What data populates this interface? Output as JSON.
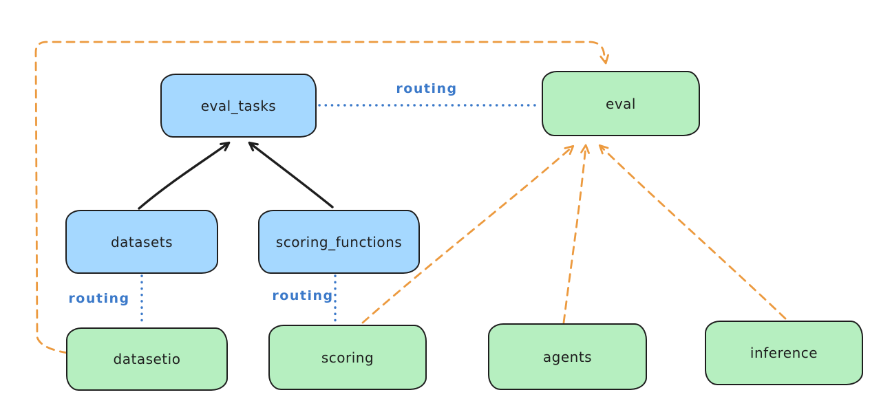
{
  "diagram": {
    "background": "#ffffff",
    "colors": {
      "registry_fill": "#a5d8ff",
      "api_fill": "#b6efc0",
      "node_stroke": "#1e1e1e",
      "solid_arrow": "#1e1e1e",
      "routing_blue": "#3b79c9",
      "orange_dashed": "#ec9a3f"
    },
    "nodes": [
      {
        "id": "eval_tasks",
        "label": "eval_tasks",
        "kind": "blue"
      },
      {
        "id": "eval",
        "label": "eval",
        "kind": "green"
      },
      {
        "id": "datasets",
        "label": "datasets",
        "kind": "blue"
      },
      {
        "id": "scoring_functions",
        "label": "scoring_functions",
        "kind": "blue"
      },
      {
        "id": "datasetio",
        "label": "datasetio",
        "kind": "green"
      },
      {
        "id": "scoring",
        "label": "scoring",
        "kind": "green"
      },
      {
        "id": "agents",
        "label": "agents",
        "kind": "green"
      },
      {
        "id": "inference",
        "label": "inference",
        "kind": "green"
      }
    ],
    "edges": [
      {
        "from": "datasets",
        "to": "eval_tasks",
        "style": "solid-arrow"
      },
      {
        "from": "scoring_functions",
        "to": "eval_tasks",
        "style": "solid-arrow"
      },
      {
        "from": "eval_tasks",
        "to": "eval",
        "style": "dotted",
        "label": "routing"
      },
      {
        "from": "datasets",
        "to": "datasetio",
        "style": "dotted",
        "label": "routing"
      },
      {
        "from": "scoring_functions",
        "to": "scoring",
        "style": "dotted",
        "label": "routing"
      },
      {
        "from": "datasetio",
        "to": "eval",
        "style": "dashed-arrow"
      },
      {
        "from": "scoring",
        "to": "eval",
        "style": "dashed-arrow"
      },
      {
        "from": "agents",
        "to": "eval",
        "style": "dashed-arrow"
      },
      {
        "from": "inference",
        "to": "eval",
        "style": "dashed-arrow"
      }
    ],
    "edge_labels": {
      "routing": "routing"
    }
  }
}
